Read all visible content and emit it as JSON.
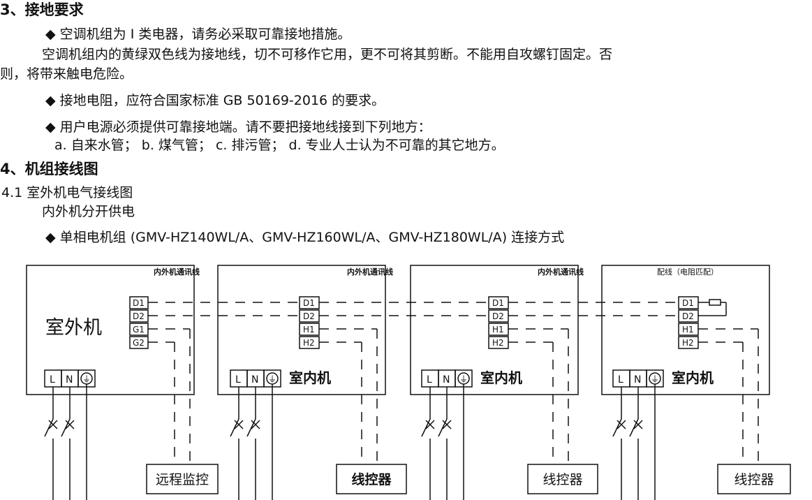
{
  "section3": {
    "heading": "3、接地要求",
    "p1": "◆ 空调机组为 I 类电器，请务必采取可靠接地措施。",
    "p2a": "空调机组内的黄绿双色线为接地线，切不可移作它用，更不可将其剪断。不能用自攻螺钉固定。否",
    "p2b": "则，将带来触电危险。",
    "p3": "◆ 接地电阻，应符合国家标准 GB 50169-2016 的要求。",
    "p4a": "◆ 用户电源必须提供可靠接地端。请不要把接地线接到下列地方：",
    "p4b": "a. 自来水管； b. 煤气管； c. 排污管； d. 专业人士认为不可靠的其它地方。"
  },
  "section4": {
    "heading": "4、机组接线图",
    "sub1": "4.1 室外机电气接线图",
    "sub2": "内外机分开供电",
    "bullet": "◆ 单相电机组 (GMV-HZ140WL/A、GMV-HZ160WL/A、GMV-HZ180WL/A) 连接方式"
  },
  "diagram": {
    "outdoor_unit": "室外机",
    "indoor_unit": "室内机",
    "comm_line": "内外机通讯线",
    "resistor_note": "配线（电阻匹配）",
    "remote_monitor": "远程监控",
    "wired_controller": "线控器",
    "terminals": {
      "D1": "D1",
      "D2": "D2",
      "G1": "G1",
      "G2": "G2",
      "H1": "H1",
      "H2": "H2",
      "L": "L",
      "N": "N"
    },
    "ground_symbol": "⏚"
  }
}
